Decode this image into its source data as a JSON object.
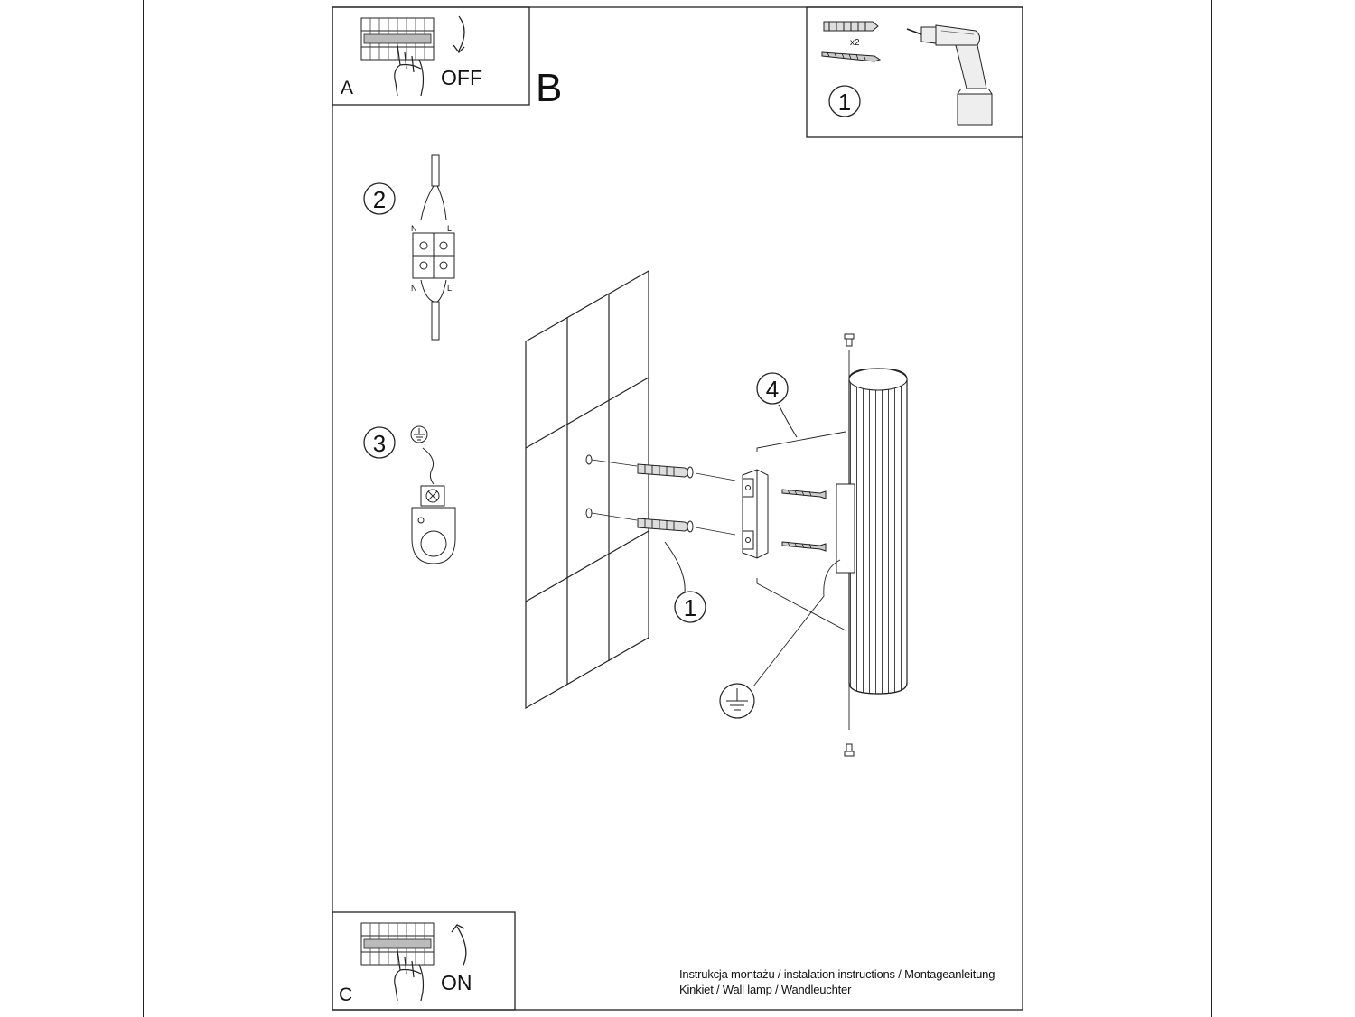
{
  "panel_a": {
    "letter": "A",
    "switch_text": "OFF"
  },
  "panel_b": {
    "letter": "B"
  },
  "panel_c": {
    "letter": "C",
    "switch_text": "ON"
  },
  "tools": {
    "count_label": "x2",
    "step": "1"
  },
  "steps": {
    "connector": {
      "number": "2",
      "n_top": "N",
      "l_top": "L",
      "n_bottom": "N",
      "l_bottom": "L"
    },
    "ground": {
      "number": "3"
    },
    "anchors": {
      "number": "1"
    },
    "bracket": {
      "number": "4"
    }
  },
  "caption": {
    "line1": "Instrukcja montażu / instalation instructions / Montageanleitung",
    "line2": "Kinkiet / Wall lamp / Wandleuchter"
  }
}
